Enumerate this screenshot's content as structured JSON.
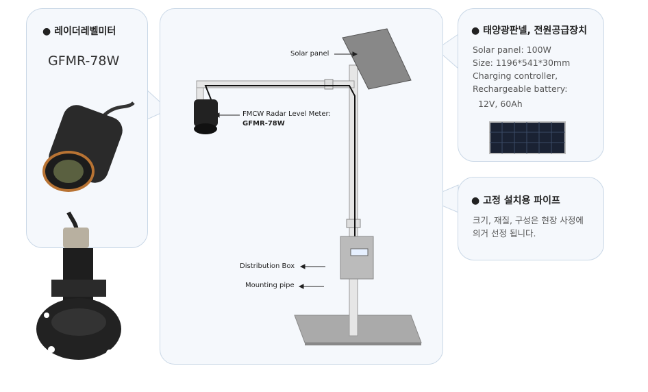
{
  "radar_box": {
    "title": "● 레이더레벨미터",
    "model": "GFMR-78W"
  },
  "diagram": {
    "solar_panel_label": "Solar panel",
    "radar_label_line1": "FMCW Radar Level Meter:",
    "radar_label_line2": "GFMR-78W",
    "distribution_box_label": "Distribution Box",
    "mounting_pipe_label": "Mounting pipe"
  },
  "solar_box": {
    "title": "● 태양광판넬, 전원공급장치",
    "lines": [
      "Solar panel:  100W",
      "Size: 1196*541*30mm",
      "Charging controller,",
      "Rechargeable battery:",
      "  12V, 60Ah"
    ]
  },
  "pipe_box": {
    "title": "● 고정 설치용 파이프",
    "lines": [
      "크기, 재질, 구성은 현장 사정에",
      "의거 선정 됩니다."
    ]
  }
}
